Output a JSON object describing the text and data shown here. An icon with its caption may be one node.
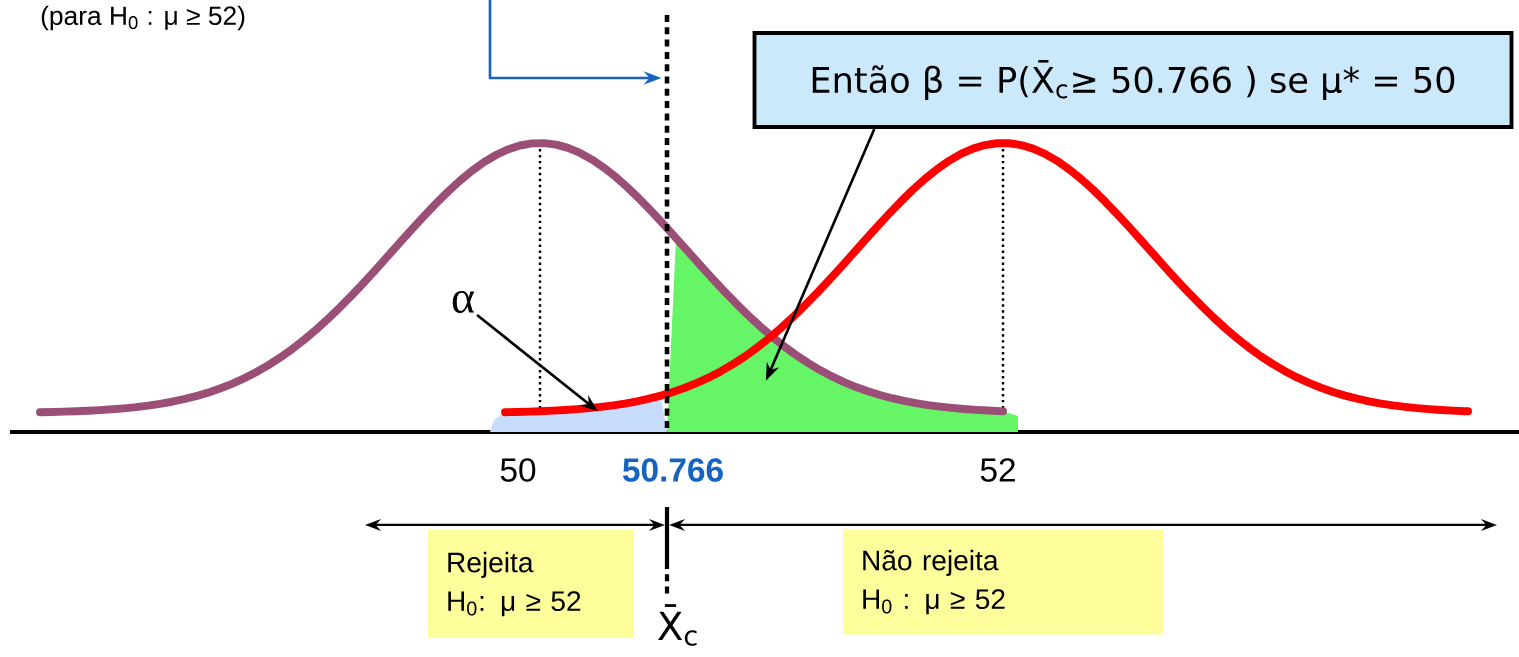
{
  "diagram": {
    "nodes": [
      {
        "text": [
          "Então β = P(X̄$_{c}$≥ 50.766 ) se μ* = 50"
        ]
      },
      {
        "text": [],
        "shape": "area"
      },
      {
        "text": [
          "α"
        ]
      },
      {
        "text": [],
        "shape": "area"
      },
      {
        "text": [],
        "shape": "line"
      },
      {
        "text": [
          "Rejeita",
          "H$_{0}$: μ ≥ 52"
        ]
      },
      {
        "text": [
          "Não rejeita",
          "H$_{0}$ : μ ≥ 52"
        ]
      }
    ],
    "edges": [
      {
        "from": 0,
        "to": 1,
        "arrow": "to"
      },
      {
        "from": 2,
        "to": 3,
        "arrow": "to"
      },
      {
        "from": null,
        "to": 4,
        "arrow": "to",
        "color": "#1565c0"
      }
    ],
    "labels": [
      "(para H$_{0}$ : μ ≥ 52)",
      "50",
      "50.766",
      "52",
      "X̄$_{c}$"
    ]
  }
}
